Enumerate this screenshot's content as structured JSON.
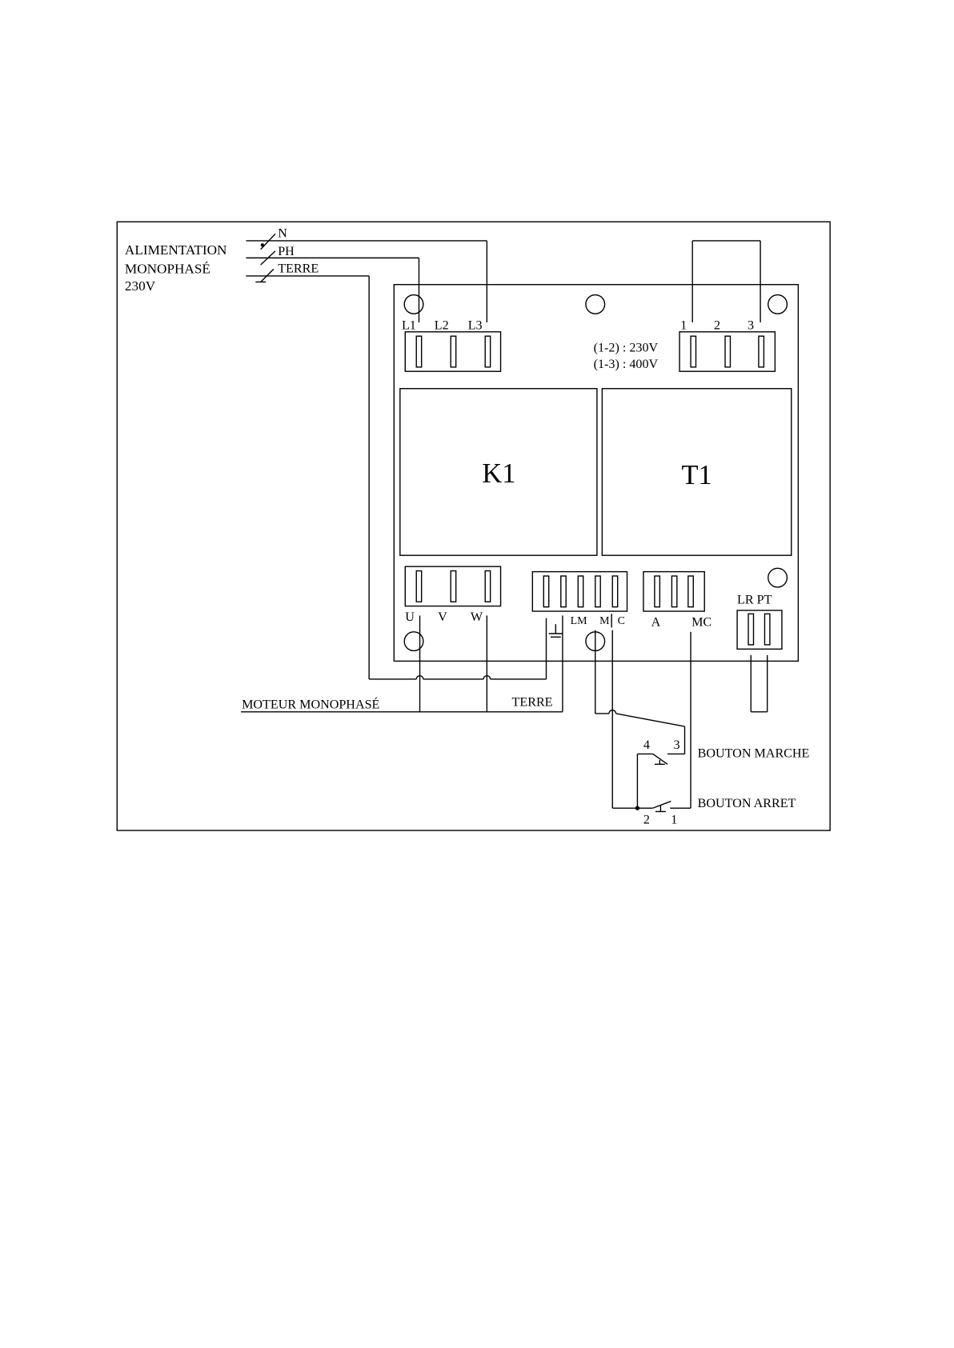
{
  "supply": {
    "line1": "ALIMENTATION",
    "line2": "MONOPHASÉ",
    "line3": "230V",
    "wire_n": "N",
    "wire_ph": "PH",
    "wire_terre": "TERRE"
  },
  "input_terminals": {
    "t1": "L1",
    "t2": "L2",
    "t3": "L3"
  },
  "transformer_terminals": {
    "t1": "1",
    "t2": "2",
    "t3": "3"
  },
  "voltage_note": {
    "line1": "(1-2) : 230V",
    "line2": "(1-3) : 400V"
  },
  "components": {
    "contactor": "K1",
    "transformer": "T1"
  },
  "output_terminals": {
    "u": "U",
    "v": "V",
    "w": "W"
  },
  "control_terminals": {
    "lm": "LM",
    "m": "M",
    "c": "C"
  },
  "aux_terminals": {
    "a": "A",
    "mc": "MC"
  },
  "lrpt": "LR PT",
  "motor": {
    "label": "MOTEUR MONOPHASÉ",
    "earth": "TERRE"
  },
  "buttons": {
    "start": "BOUTON MARCHE",
    "start_n4": "4",
    "start_n3": "3",
    "stop": "BOUTON ARRET",
    "stop_n2": "2",
    "stop_n1": "1"
  }
}
